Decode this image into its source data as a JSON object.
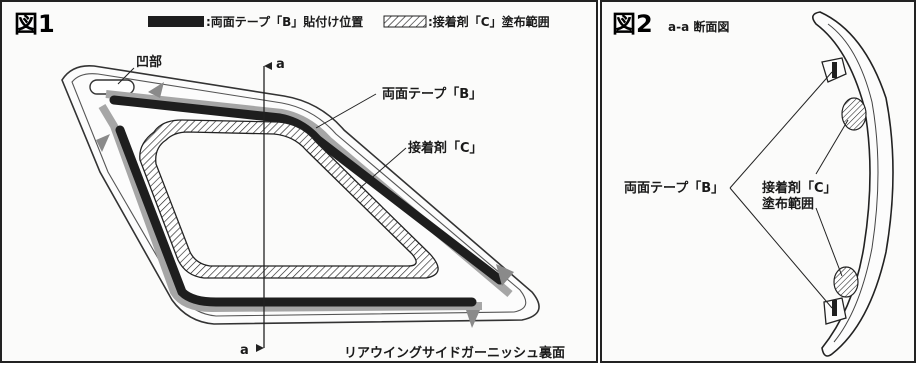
{
  "figure1": {
    "title": "図1",
    "legend_tape": ":両面テープ「B」貼付け位置",
    "legend_adhesive": ":接着剤「C」塗布範囲",
    "label_recess": "凹部",
    "label_tape": "両面テープ「B」",
    "label_adhesive": "接着剤「C」",
    "section_mark_top": "a",
    "section_mark_bottom": "a",
    "caption": "リアウイングサイドガーニッシュ裏面"
  },
  "figure2": {
    "title": "図2",
    "subtitle": "a-a 断面図",
    "label_tape": "両面テープ「B」",
    "label_adhesive_line1": "接着剤「C」",
    "label_adhesive_line2": "塗布範囲"
  }
}
